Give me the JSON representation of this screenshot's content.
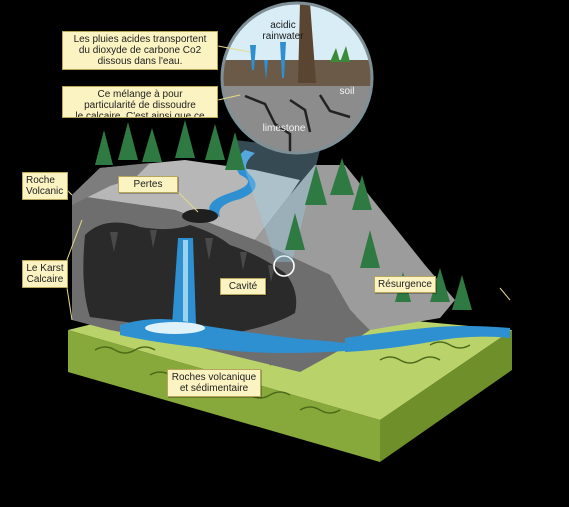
{
  "colors": {
    "background": "#000000",
    "label_fill": "#fbf3c2",
    "water": "#2e8fd1",
    "water_light": "#9ad3f2",
    "rock_dark": "#5f5f5f",
    "rock_mid": "#8e8e8e",
    "rock_light": "#b4b4b4",
    "grass": "#b9d36a",
    "grass_dark": "#87a83b",
    "tree": "#2f7a43",
    "cave": "#2a2a2a"
  },
  "labels": {
    "acid_rain_note": "Les pluies acides transportent\ndu dioxyde de carbone Co2\ndissous dans l'eau.",
    "dissolution_note": "Ce mélange à pour\nparticularité de dissoudre\nle calcaire. C'est ainsi que ce\nforme les cavités, par le\ncreusement de la roche\ncalcaire",
    "volcanic_rock": "Roche\nVolcanic",
    "karst": "Le Karst\nCalcaire",
    "pertes": "Pertes",
    "cavite": "Cavité",
    "resurgence": "Résurgence",
    "base_rocks": "Roches volcanique\net sédimentaire"
  },
  "inset": {
    "acidic_rainwater": "acidic\nrainwater",
    "soil": "soil",
    "limestone": "limestone"
  }
}
